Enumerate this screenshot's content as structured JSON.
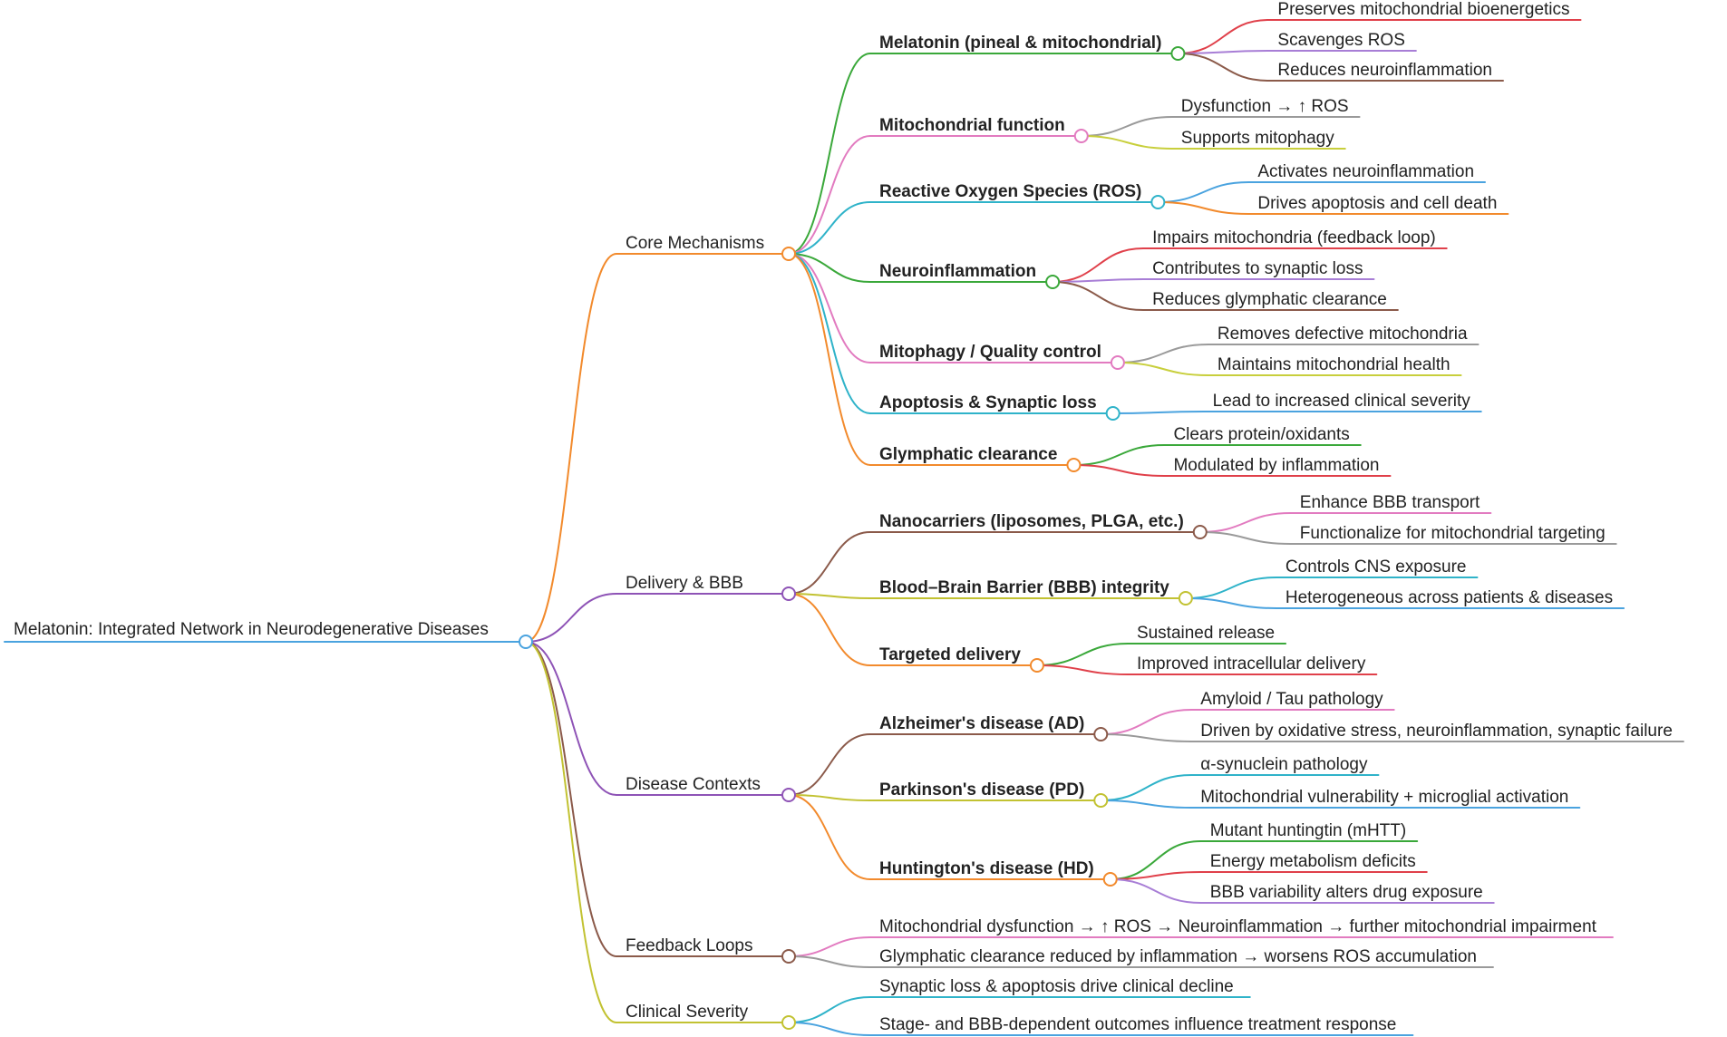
{
  "colors": {
    "root": "#1f66b0",
    "orange": "#f28a2c",
    "purple": "#8e53b6",
    "brown": "#8b5a4a",
    "olive": "#c2c232",
    "green": "#3aa83a",
    "pink": "#e27bc0",
    "cyan": "#2fb3c9",
    "red": "#e0404a",
    "gray": "#9a9a9a",
    "lime": "#c8cf3c",
    "blue": "#4aa3df",
    "violet": "#a87ed6"
  },
  "root": {
    "label": "Melatonin: Integrated Network in Neurodegenerative Diseases",
    "color": "blue",
    "branches": [
      {
        "label": "Core Mechanisms",
        "color": "orange",
        "children": [
          {
            "label": "Melatonin (pineal & mitochondrial)",
            "color": "green",
            "leaves": [
              {
                "label": "Preserves mitochondrial bioenergetics",
                "color": "red"
              },
              {
                "label": "Scavenges ROS",
                "color": "violet"
              },
              {
                "label": "Reduces neuroinflammation",
                "color": "brown"
              }
            ]
          },
          {
            "label": "Mitochondrial function",
            "color": "pink",
            "leaves": [
              {
                "label": "Dysfunction → ↑ ROS",
                "color": "gray"
              },
              {
                "label": "Supports mitophagy",
                "color": "lime"
              }
            ]
          },
          {
            "label": "Reactive Oxygen Species (ROS)",
            "color": "cyan",
            "leaves": [
              {
                "label": "Activates neuroinflammation",
                "color": "blue"
              },
              {
                "label": "Drives apoptosis and cell death",
                "color": "orange"
              }
            ]
          },
          {
            "label": "Neuroinflammation",
            "color": "green",
            "leaves": [
              {
                "label": "Impairs mitochondria (feedback loop)",
                "color": "red"
              },
              {
                "label": "Contributes to synaptic loss",
                "color": "violet"
              },
              {
                "label": "Reduces glymphatic clearance",
                "color": "brown"
              }
            ]
          },
          {
            "label": "Mitophagy / Quality control",
            "color": "pink",
            "leaves": [
              {
                "label": "Removes defective mitochondria",
                "color": "gray"
              },
              {
                "label": "Maintains mitochondrial health",
                "color": "lime"
              }
            ]
          },
          {
            "label": "Apoptosis & Synaptic loss",
            "color": "cyan",
            "leaves": [
              {
                "label": "Lead to increased clinical severity",
                "color": "blue"
              }
            ]
          },
          {
            "label": "Glymphatic clearance",
            "color": "orange",
            "leaves": [
              {
                "label": "Clears protein/oxidants",
                "color": "green"
              },
              {
                "label": "Modulated by inflammation",
                "color": "red"
              }
            ]
          }
        ]
      },
      {
        "label": "Delivery & BBB",
        "color": "purple",
        "children": [
          {
            "label": "Nanocarriers (liposomes, PLGA, etc.)",
            "color": "brown",
            "leaves": [
              {
                "label": "Enhance BBB transport",
                "color": "pink"
              },
              {
                "label": "Functionalize for mitochondrial targeting",
                "color": "gray"
              }
            ]
          },
          {
            "label": "Blood–Brain Barrier (BBB) integrity",
            "color": "olive",
            "leaves": [
              {
                "label": "Controls CNS exposure",
                "color": "cyan"
              },
              {
                "label": "Heterogeneous across patients & diseases",
                "color": "blue"
              }
            ]
          },
          {
            "label": "Targeted delivery",
            "color": "orange",
            "leaves": [
              {
                "label": "Sustained release",
                "color": "green"
              },
              {
                "label": "Improved intracellular delivery",
                "color": "red"
              }
            ]
          }
        ]
      },
      {
        "label": "Disease Contexts",
        "color": "purple",
        "children": [
          {
            "label": "Alzheimer's disease (AD)",
            "color": "brown",
            "leaves": [
              {
                "label": "Amyloid / Tau pathology",
                "color": "pink"
              },
              {
                "label": "Driven by oxidative stress, neuroinflammation, synaptic failure",
                "color": "gray"
              }
            ]
          },
          {
            "label": "Parkinson's disease (PD)",
            "color": "olive",
            "leaves": [
              {
                "label": "α-synuclein pathology",
                "color": "cyan"
              },
              {
                "label": "Mitochondrial vulnerability + microglial activation",
                "color": "blue"
              }
            ]
          },
          {
            "label": "Huntington's disease (HD)",
            "color": "orange",
            "leaves": [
              {
                "label": "Mutant huntingtin (mHTT)",
                "color": "green"
              },
              {
                "label": "Energy metabolism deficits",
                "color": "red"
              },
              {
                "label": "BBB variability alters drug exposure",
                "color": "violet"
              }
            ]
          }
        ]
      },
      {
        "label": "Feedback Loops",
        "color": "brown",
        "children": [
          {
            "label": "Mitochondrial dysfunction → ↑ ROS → Neuroinflammation → further mitochondrial impairment",
            "color": "pink",
            "leaves": []
          },
          {
            "label": "Glymphatic clearance reduced by inflammation → worsens ROS accumulation",
            "color": "gray",
            "leaves": []
          }
        ]
      },
      {
        "label": "Clinical Severity",
        "color": "olive",
        "children": [
          {
            "label": "Synaptic loss & apoptosis drive clinical decline",
            "color": "cyan",
            "leaves": []
          },
          {
            "label": "Stage- and BBB-dependent outcomes influence treatment response",
            "color": "blue",
            "leaves": []
          }
        ]
      }
    ]
  }
}
